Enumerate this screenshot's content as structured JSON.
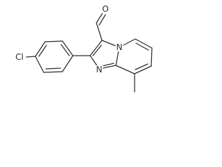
{
  "molecule": {
    "atoms": {
      "aldehyde_oxygen": "O",
      "chlorine": "Cl",
      "bridgehead_nitrogen": "N",
      "imidazole_nitrogen": "N"
    },
    "bond_color": "#2b2b2b",
    "background": "#ffffff"
  }
}
